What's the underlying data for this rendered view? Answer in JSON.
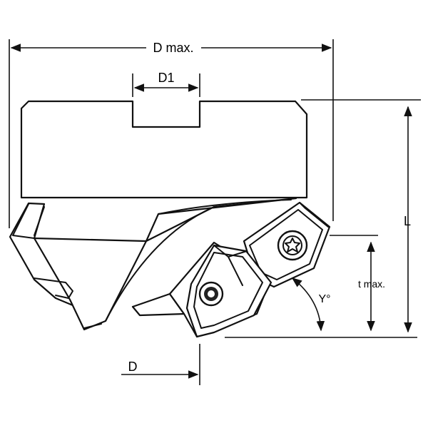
{
  "labels": {
    "d_max": "D max.",
    "d1": "D1",
    "l": "L",
    "t_max": "t max.",
    "angle": "Y°",
    "d": "D"
  },
  "colors": {
    "line": "#111111",
    "background": "#ffffff"
  }
}
